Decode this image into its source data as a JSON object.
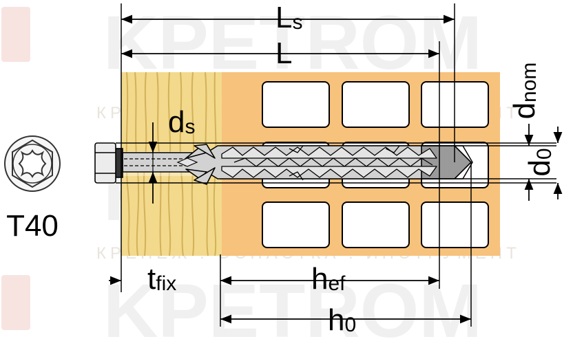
{
  "diagram": {
    "watermark": "KPETROM",
    "watermark_tagline": "КРЕПЕЖ . ОСНАСТКА . ИНСТРУМЕНТ",
    "drive_label": "T40",
    "dimensions": {
      "Ls": {
        "main": "L",
        "sub": "s"
      },
      "L": {
        "main": "L",
        "sub": ""
      },
      "d_nom": {
        "main": "d",
        "sub": "nom"
      },
      "d_s": {
        "main": "d",
        "sub": "s"
      },
      "d0": {
        "main": "d",
        "sub": "0"
      },
      "t_fix": {
        "main": "t",
        "sub": "fix"
      },
      "h_ef": {
        "main": "h",
        "sub": "ef"
      },
      "h0": {
        "main": "h",
        "sub": "0"
      }
    },
    "colors": {
      "wood": "#f3d98c",
      "wood_grain": "#c9a44a",
      "brick": "#f7c27c",
      "hole_fill": "#ffffff",
      "anchor": "#d2d2d2",
      "line": "#000000"
    }
  }
}
